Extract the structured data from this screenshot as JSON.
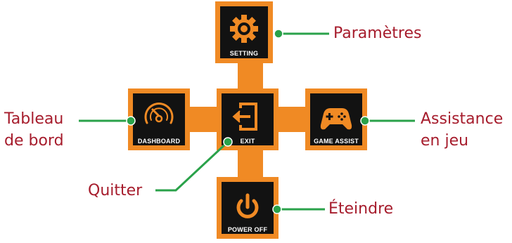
{
  "menu": {
    "tiles": {
      "setting": {
        "label": "SETTING",
        "icon": "gear-icon"
      },
      "dashboard": {
        "label": "DASHBOARD",
        "icon": "speedometer-icon"
      },
      "exit": {
        "label": "EXIT",
        "icon": "exit-icon"
      },
      "game_assist": {
        "label": "GAME ASSIST",
        "icon": "gamepad-icon"
      },
      "power_off": {
        "label": "POWER OFF",
        "icon": "power-icon"
      }
    }
  },
  "callouts": {
    "setting": "Paramètres",
    "dashboard_line1": "Tableau",
    "dashboard_line2": "de bord",
    "exit": "Quitter",
    "game_assist_line1": "Assistance",
    "game_assist_line2": "en jeu",
    "power_off": "Éteindre"
  },
  "colors": {
    "orange": "#f08a24",
    "tile": "#121212",
    "connector": "#2aa24a",
    "callout_text": "#a61c2c"
  }
}
